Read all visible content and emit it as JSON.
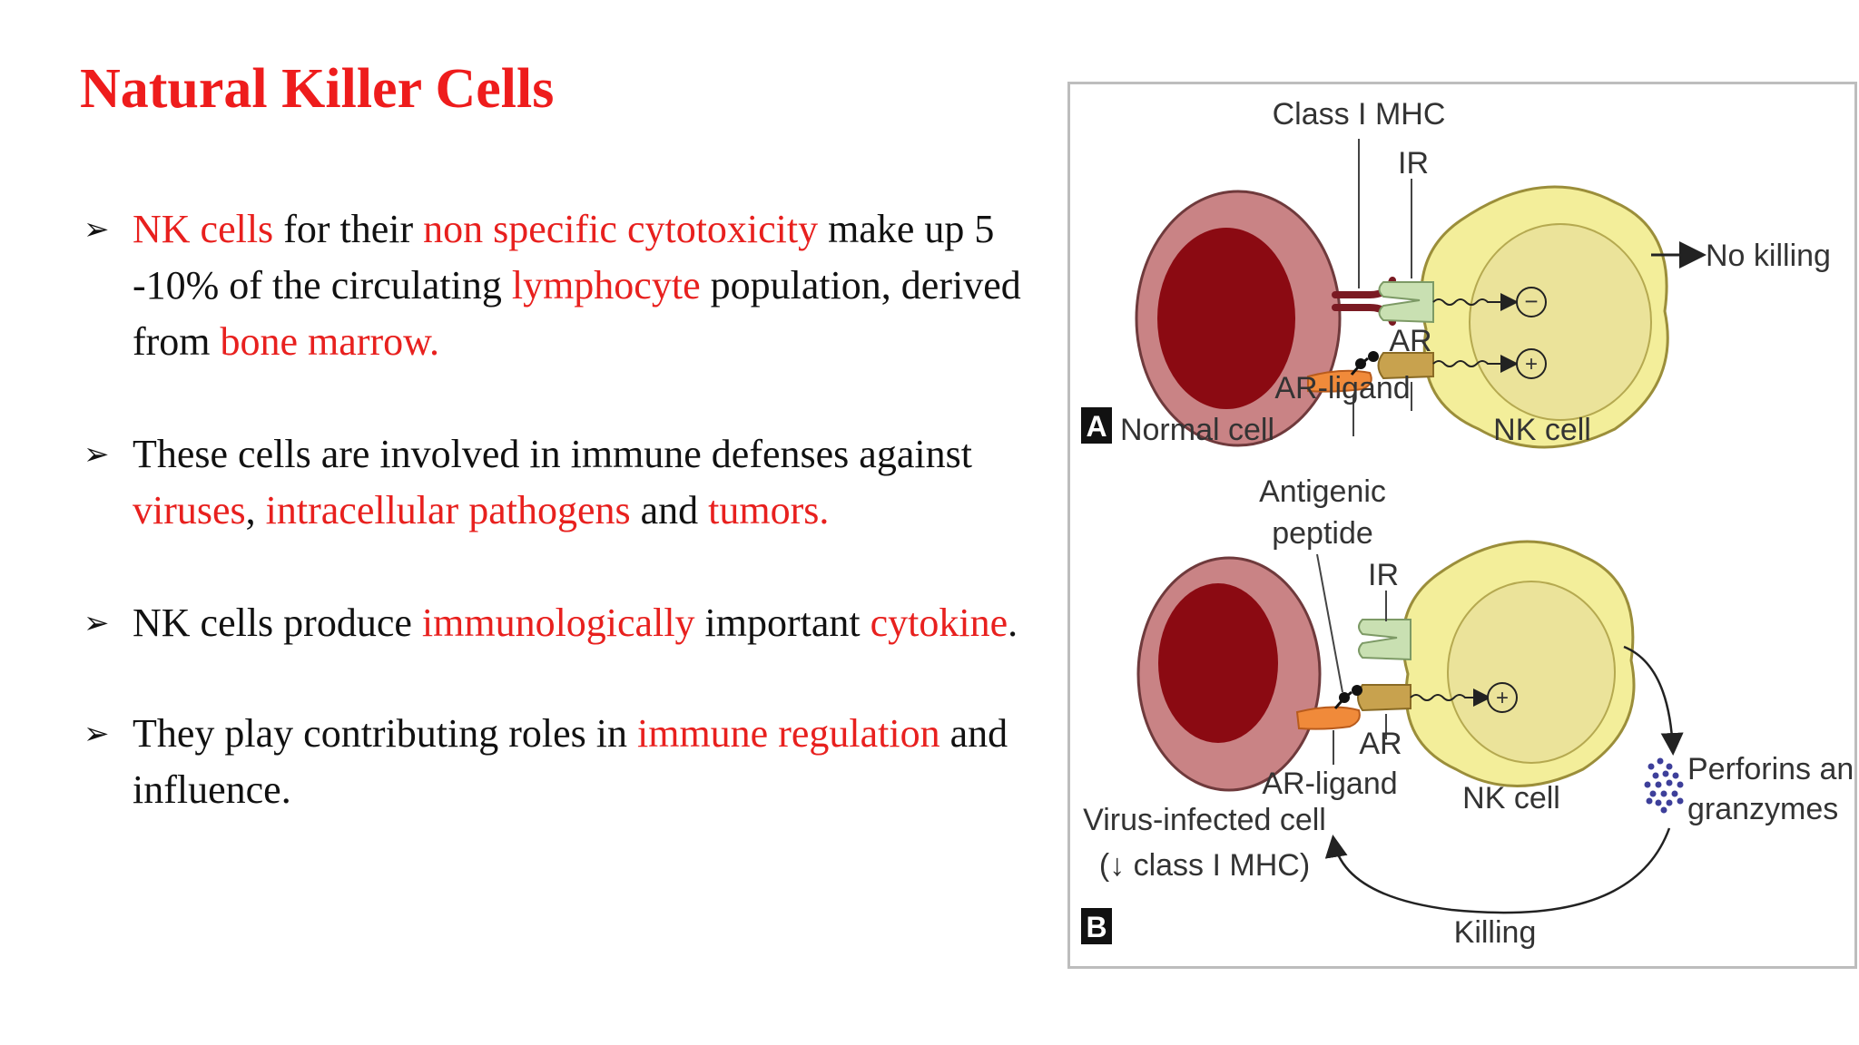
{
  "title": "Natural Killer Cells",
  "bullets": [
    [
      {
        "t": "NK cells",
        "hl": true
      },
      {
        "t": " for their ",
        "hl": false
      },
      {
        "t": "non specific cytotoxicity",
        "hl": true
      },
      {
        "t": " make up 5 -10% of the circulating ",
        "hl": false
      },
      {
        "t": "lymphocyte",
        "hl": true
      },
      {
        "t": " population, derived from ",
        "hl": false
      },
      {
        "t": "bone marrow.",
        "hl": true
      }
    ],
    [
      {
        "t": "These cells are involved in immune defenses against ",
        "hl": false
      },
      {
        "t": "viruses",
        "hl": true
      },
      {
        "t": ", ",
        "hl": false
      },
      {
        "t": "intracellular pathogens",
        "hl": true
      },
      {
        "t": " and ",
        "hl": false
      },
      {
        "t": "tumors.",
        "hl": true
      }
    ],
    [
      {
        "t": "NK cells produce ",
        "hl": false
      },
      {
        "t": "immunologically",
        "hl": true
      },
      {
        "t": " important ",
        "hl": false
      },
      {
        "t": "cytokine",
        "hl": true
      },
      {
        "t": ".",
        "hl": false
      }
    ],
    [
      {
        "t": "They play contributing roles in ",
        "hl": false
      },
      {
        "t": "immune regulation",
        "hl": true
      },
      {
        "t": " and influence.",
        "hl": false
      }
    ]
  ],
  "bullet_marker": "➢",
  "figure": {
    "panel_a": {
      "letter": "A",
      "class_mhc": "Class I MHC",
      "ir": "IR",
      "ar": "AR",
      "ar_ligand": "AR-ligand",
      "normal_cell": "Normal cell",
      "nk_cell": "NK cell",
      "no_killing": "No killing",
      "minus": "−",
      "plus": "+"
    },
    "panel_b": {
      "letter": "B",
      "antigenic_peptide_1": "Antigenic",
      "antigenic_peptide_2": "peptide",
      "ir": "IR",
      "ar": "AR",
      "ar_ligand": "AR-ligand",
      "nk_cell": "NK cell",
      "virus_infected_1": "Virus-infected cell",
      "virus_infected_2": "(↓ class I MHC)",
      "perforins_1": "Perforins and",
      "perforins_2": "granzymes",
      "killing": "Killing",
      "plus": "+"
    },
    "colors": {
      "target_cell_outer": "#c98385",
      "target_cell_nucleus": "#8b0a12",
      "nk_cell_outer": "#f3ee9a",
      "nk_cell_inner": "#ebe39a",
      "ir_receptor": "#c9e0b2",
      "ar_receptor": "#c8a24e",
      "ar_ligand": "#f08a3a",
      "granules": "#3d3f9a"
    }
  }
}
